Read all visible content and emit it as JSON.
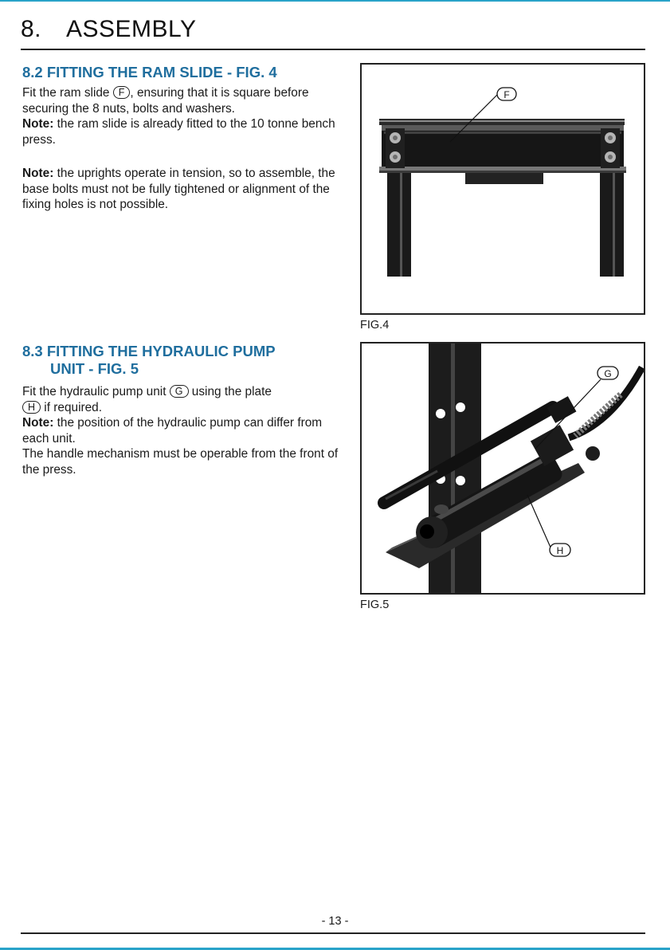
{
  "header": {
    "section_number": "8.",
    "section_title": "ASSEMBLY"
  },
  "section_8_2": {
    "heading": "8.2 FITTING THE RAM SLIDE - FIG. 4",
    "para1_pre": "Fit the ram slide ",
    "ref_f": "F",
    "para1_post": ", ensuring that it is square before securing the 8 nuts, bolts and washers.",
    "note_label": "Note:",
    "note1_text": " the ram slide is already fitted to the 10 tonne bench press.",
    "note2_label": "Note:",
    "note2_text": " the uprights operate in tension, so to assemble, the base bolts must not be fully tightened or alignment of the fixing holes is not possible."
  },
  "section_8_3": {
    "heading_line1": "8.3 FITTING THE HYDRAULIC PUMP",
    "heading_line2": "UNIT - FIG. 5",
    "para_pre": "Fit the hydraulic pump unit ",
    "ref_g": "G",
    "para_mid": " using the plate ",
    "ref_h": "H",
    "para_post": " if required.",
    "note_label": "Note:",
    "note_text": " the position of the hydraulic pump can differ from each unit.",
    "handle_text": "The handle mechanism must be operable from the front of the press."
  },
  "figures": {
    "fig4": {
      "caption": "FIG.4",
      "callout": "F"
    },
    "fig5": {
      "caption": "FIG.5",
      "callout_g": "G",
      "callout_h": "H"
    }
  },
  "footer": {
    "page_number": "- 13 -"
  },
  "colors": {
    "heading": "#1f6e9e",
    "accent_bar": "#29a3c9",
    "text": "#1a1a1a"
  }
}
